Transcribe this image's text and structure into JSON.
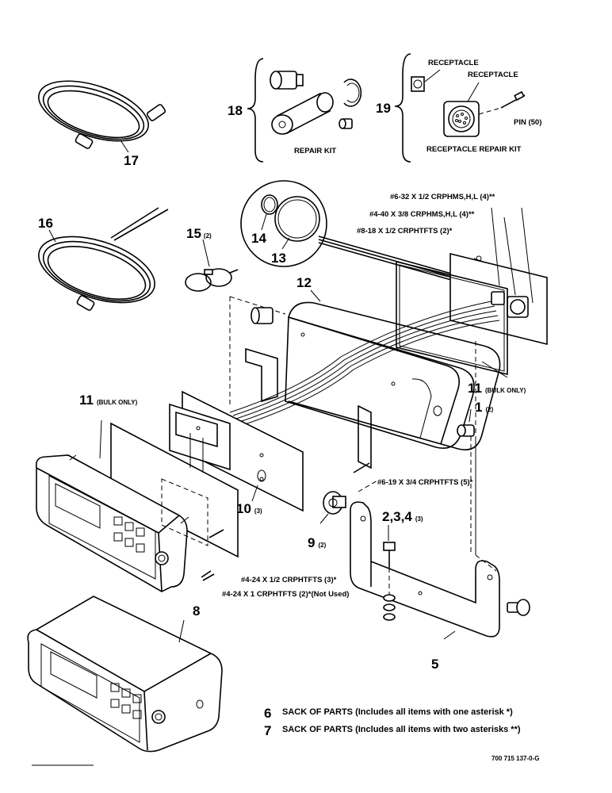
{
  "callouts": {
    "c1": "1",
    "c1q": "(2)",
    "c234": "2,3,4",
    "c234q": "(3)",
    "c5": "5",
    "c8": "8",
    "c9": "9",
    "c9q": "(2)",
    "c10": "10",
    "c10q": "(3)",
    "c11a": "11",
    "c11a_note": "(BULK ONLY)",
    "c11b": "11",
    "c11b_note": "(BULK ONLY)",
    "c12": "12",
    "c13": "13",
    "c14": "14",
    "c15": "15",
    "c15q": "(2)",
    "c16": "16",
    "c17": "17",
    "c18": "18",
    "c19": "19"
  },
  "kit_labels": {
    "repair_kit": "REPAIR KIT",
    "receptacle_small": "RECEPTACLE",
    "receptacle_large": "RECEPTACLE",
    "pin": "PIN (50)",
    "receptacle_repair_kit": "RECEPTACLE REPAIR KIT"
  },
  "fasteners": {
    "f1": "#6-32 X 1/2 CRPHMS,H,L (4)**",
    "f2": "#4-40 X 3/8 CRPHMS,H,L (4)**",
    "f3": "#8-18 X 1/2 CRPHTFTS (2)*",
    "f4": "#6-19 X 3/4 CRPHTFTS (5)*",
    "f5": "#4-24 X 1/2 CRPHTFTS (3)*",
    "f6": "#4-24 X 1 CRPHTFTS (2)*(Not Used)"
  },
  "notes": {
    "n6_num": "6",
    "n6_text": "SACK OF PARTS (Includes all items with one asterisk *)",
    "n7_num": "7",
    "n7_text": "SACK OF PARTS (Includes all items with two asterisks **)"
  },
  "drawing_number": "700 715 137-0-G"
}
